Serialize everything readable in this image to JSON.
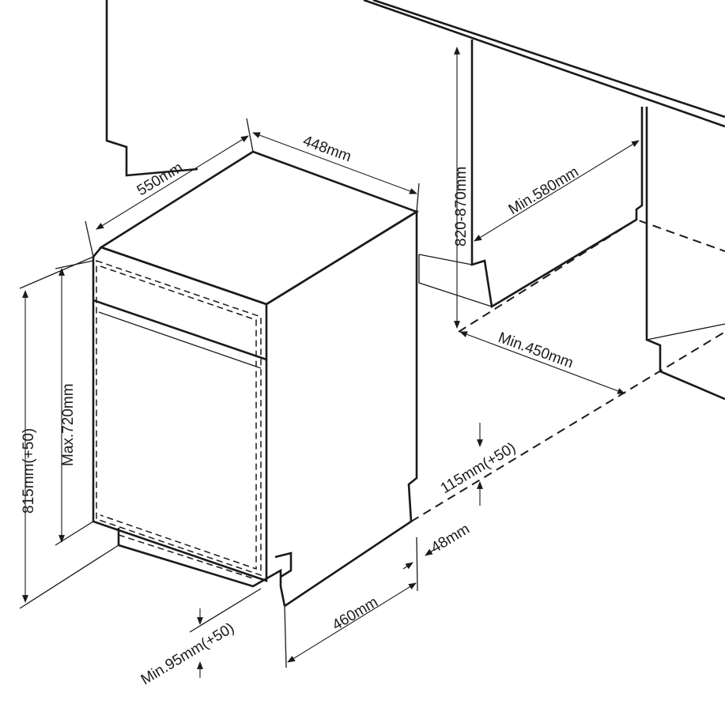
{
  "diagram": {
    "dimensions": {
      "unit_depth": "550mm",
      "unit_width": "448mm",
      "cabinet_height": "820-870mm",
      "min_cabinet_depth": "Min.580mm",
      "min_opening_width": "Min.450mm",
      "overall_height": "815mm(+50)",
      "max_door_height": "Max.720mm",
      "plinth_height": "115mm(+50)",
      "plinth_gap": "48mm",
      "bottom_depth": "460mm",
      "min_kick_height": "Min.95mm(+50)"
    }
  }
}
